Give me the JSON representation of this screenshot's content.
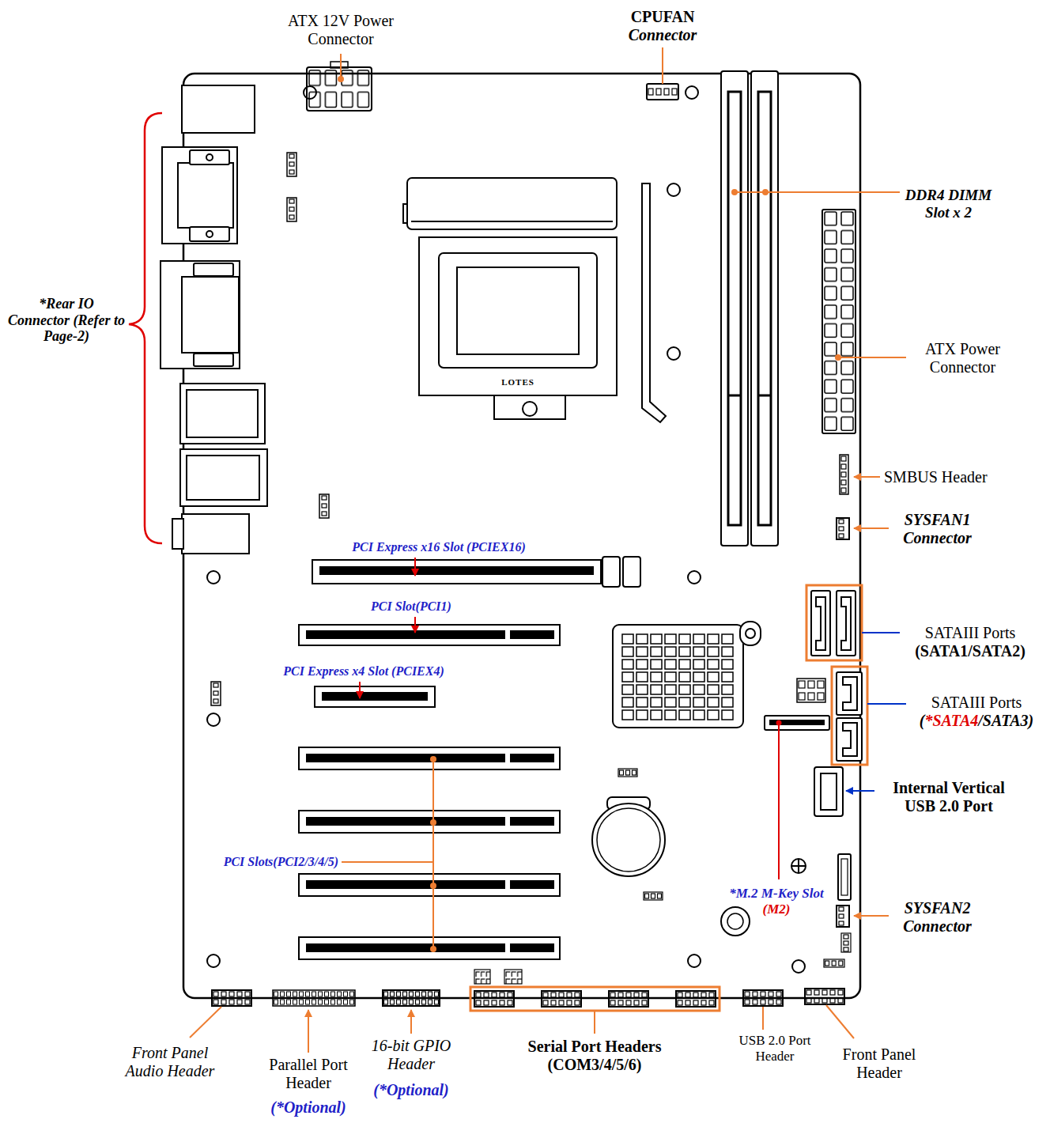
{
  "diagram": {
    "labels": [
      "ATX 12V Power Connector",
      "CPUFAN",
      "Connector",
      "DDR4 DIMM Slot x 2",
      "*Rear IO Connector (Refer to Page-2)",
      "LOTES",
      "ATX Power Connector",
      "SMBUS Header",
      "SYSFAN1 Connector",
      "PCI Express x16 Slot (PCIEX16)",
      "PCI Slot(PCI1)",
      "SATAIII Ports",
      "(SATA1/SATA2)",
      "PCI Express x4 Slot (PCIEX4)",
      "SATAIII Ports",
      "(",
      "*SATA4",
      "/SATA3)",
      "Internal Vertical USB 2.0 Port",
      "PCI Slots(PCI2/3/4/5)",
      "*M.2 M-Key Slot",
      "(M2)",
      "SYSFAN2 Connector",
      "Front Panel Audio Header",
      "Parallel Port Header",
      "(*Optional)",
      "16-bit GPIO Header",
      "(*Optional)",
      "Serial Port Headers (COM3/4/5/6)",
      "USB 2.0 Port Header",
      "Front Panel Header"
    ]
  }
}
